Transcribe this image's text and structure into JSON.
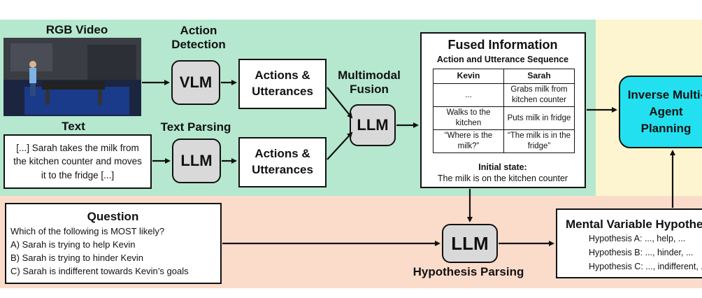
{
  "video": {
    "title": "RGB Video"
  },
  "action_detection": {
    "label": "Action Detection",
    "model": "VLM"
  },
  "text_input": {
    "title": "Text",
    "content": "[...] Sarah takes the milk from the kitchen counter and moves it to the fridge [...]"
  },
  "text_parsing": {
    "label": "Text Parsing",
    "model": "LLM"
  },
  "actions_utterances_1": "Actions & Utterances",
  "actions_utterances_2": "Actions & Utterances",
  "fusion": {
    "label": "Multimodal Fusion",
    "model": "LLM"
  },
  "fused": {
    "title": "Fused Information",
    "subtitle": "Action and Utterance Sequence",
    "columns": [
      "Kevin",
      "Sarah"
    ],
    "rows": [
      [
        "...",
        "Grabs milk from kitchen counter"
      ],
      [
        "Walks to the kitchen",
        "Puts milk in fridge"
      ],
      [
        "“Where is the milk?”",
        "“The milk is in the fridge”"
      ]
    ],
    "initial_state_label": "Initial state:",
    "initial_state": "The milk is on the kitchen counter"
  },
  "planning": {
    "label": "Inverse Multi-Agent Planning"
  },
  "question": {
    "title": "Question",
    "lines": [
      "Which of the following is MOST likely?",
      "A) Sarah is trying to help Kevin",
      "B) Sarah is trying to hinder Kevin",
      "C) Sarah is indifferent towards Kevin’s goals"
    ]
  },
  "hypothesis_parsing": {
    "label": "Hypothesis Parsing",
    "model": "LLM"
  },
  "mental": {
    "title": "Mental Variable Hypotheses",
    "lines": [
      "Hypothesis A: ..., help, ...",
      "Hypothesis B: ..., hinder, ...",
      "Hypothesis C: ..., indifferent, ..."
    ]
  },
  "colors": {
    "green": "#b5e8cf",
    "peach": "#fbdccb",
    "yellow": "#fdf5d0",
    "cyan": "#22e0f0"
  }
}
